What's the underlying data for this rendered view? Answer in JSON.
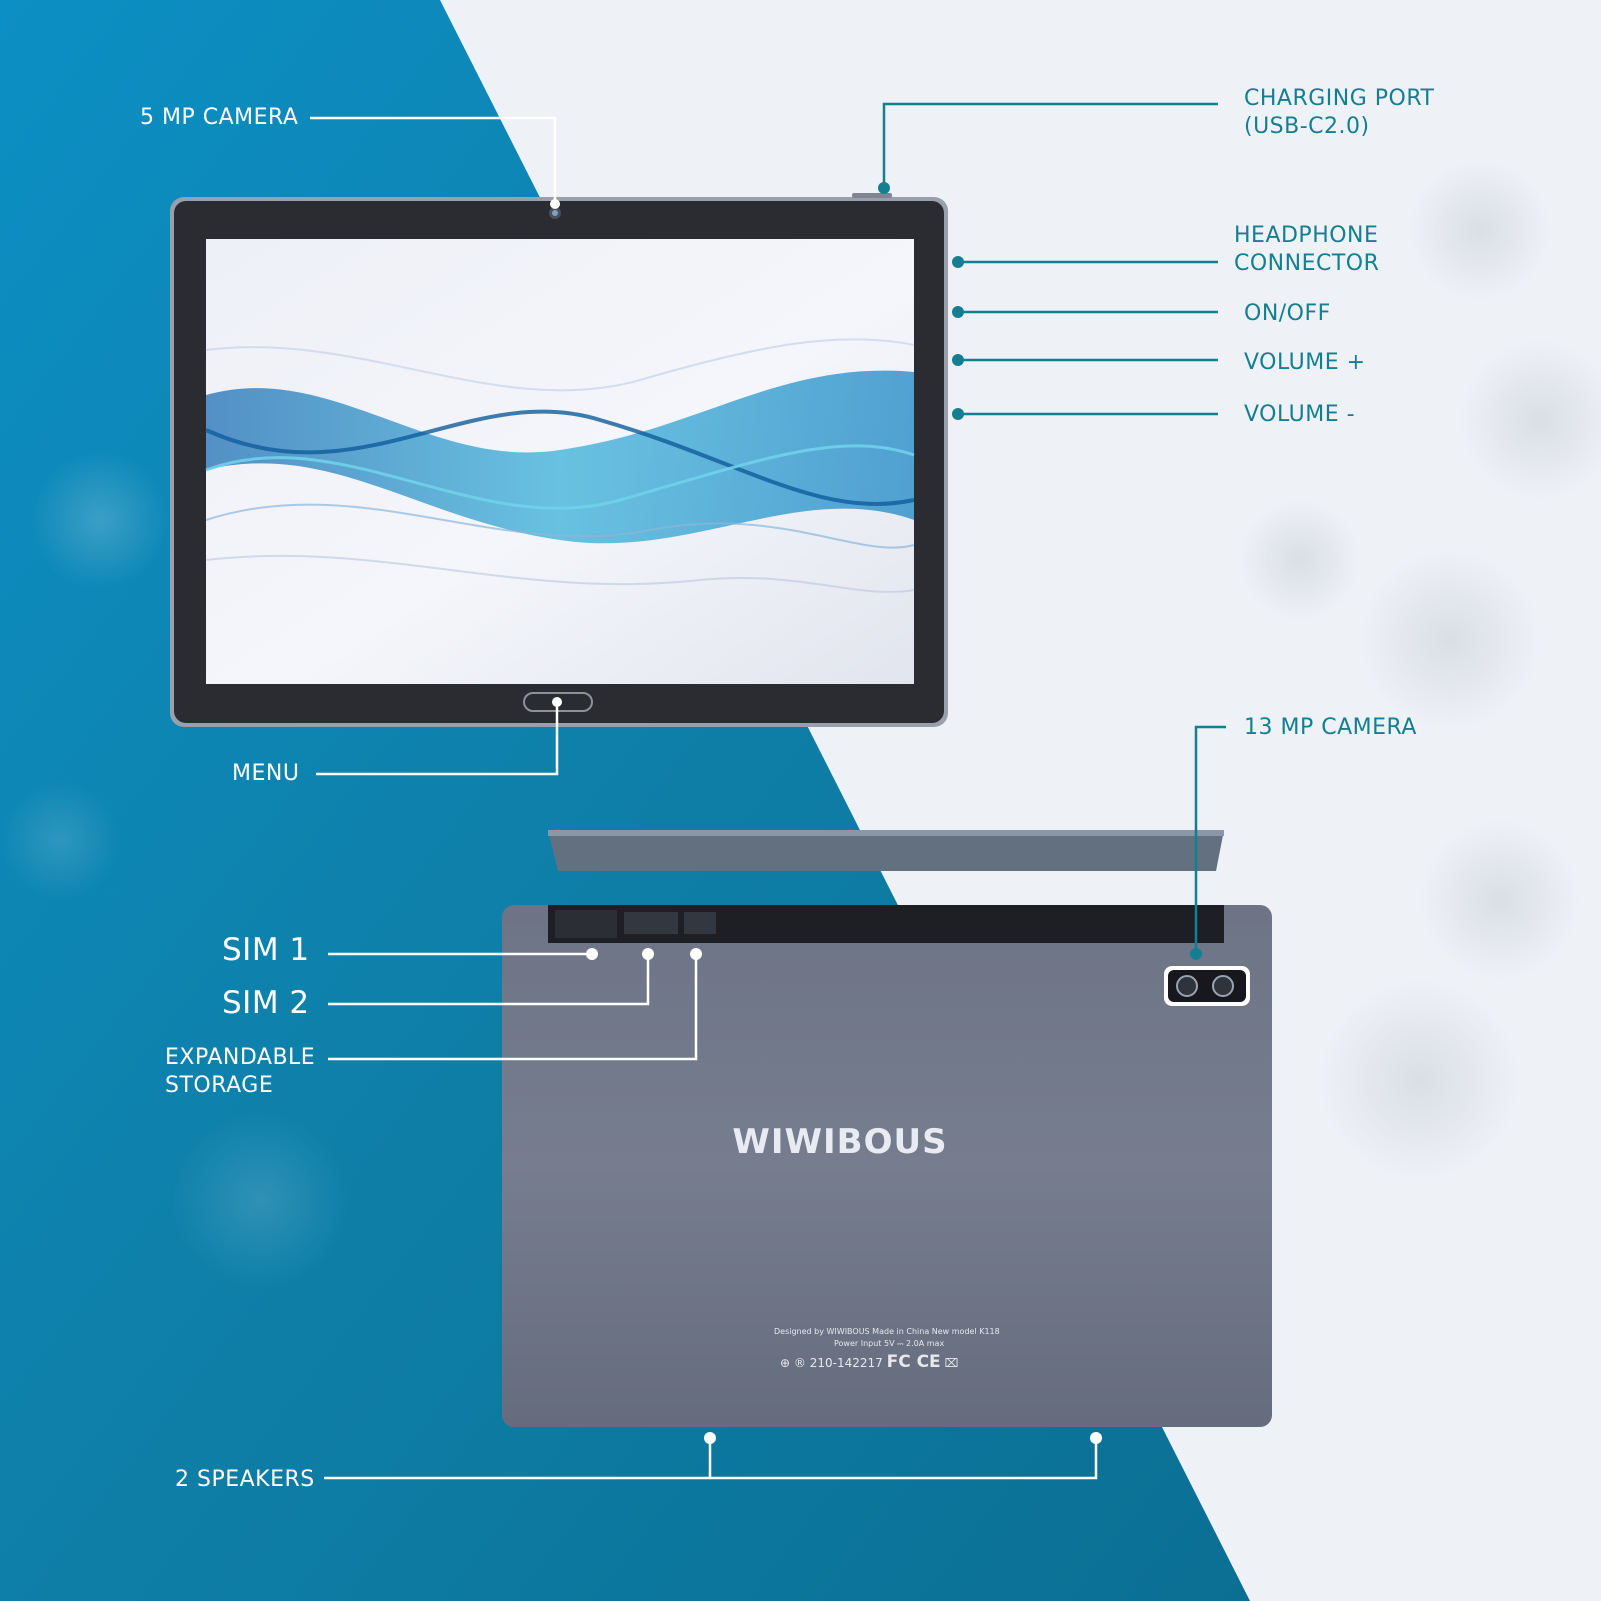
{
  "title": "",
  "labels": {
    "camera_front": "5 MP CAMERA",
    "menu": "MENU",
    "charging_port": "CHARGING PORT\n(USB-C2.0)",
    "headphone": "HEADPHONE\nCONNECTOR",
    "on_off": "ON/OFF",
    "volume_up": "VOLUME +",
    "volume_down": "VOLUME -",
    "camera_rear": "13 MP CAMERA",
    "sim1": "SIM 1",
    "sim2": "SIM 2",
    "storage": "EXPANDABLE\nSTORAGE",
    "speakers": "2 SPEAKERS"
  },
  "device": {
    "brand": "WIWIBOUS",
    "back_text_line1": "Designed by WIWIBOUS Made in China New model K118",
    "back_text_line2": "Power Input 5V ⎓ 2.0A max",
    "cert_number": "210-142217",
    "cert_marks": "FC  CE"
  },
  "colors": {
    "background_blue": "#0f88b8",
    "label_teal": "#137f91",
    "callout_light": "#ffffff",
    "tablet_body": "#6f7688",
    "bezel": "#2a2c31"
  },
  "icons": {
    "wallpaper": "blue-wave-abstract",
    "callout_dot": "dot",
    "cert": "certification-marks-icon"
  }
}
